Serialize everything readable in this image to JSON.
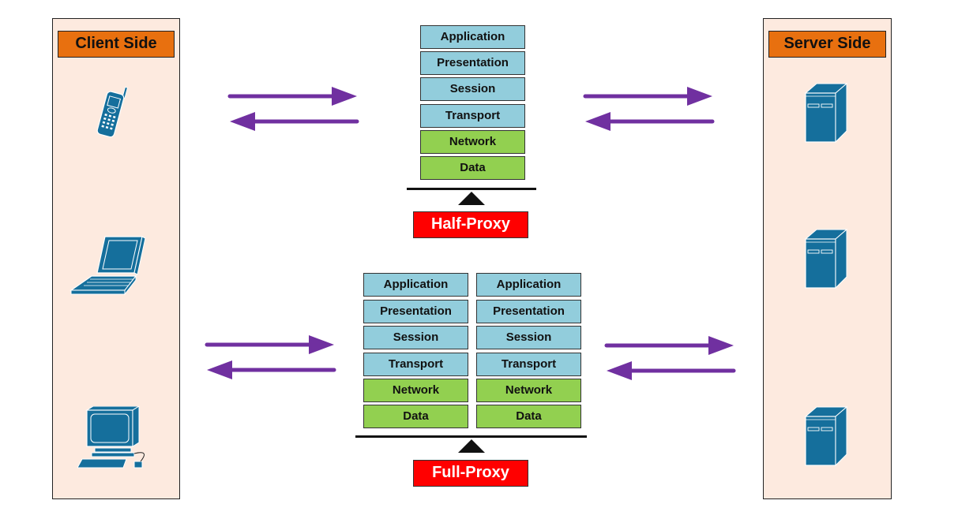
{
  "client_panel": {
    "title": "Client Side",
    "devices": [
      "mobile-phone",
      "laptop",
      "desktop-computer"
    ]
  },
  "server_panel": {
    "title": "Server Side",
    "devices": [
      "server",
      "server",
      "server"
    ]
  },
  "half_proxy": {
    "label": "Half-Proxy",
    "layers": [
      "Application",
      "Presentation",
      "Session",
      "Transport",
      "Network",
      "Data"
    ]
  },
  "full_proxy": {
    "label": "Full-Proxy",
    "left_stack": [
      "Application",
      "Presentation",
      "Session",
      "Transport",
      "Network",
      "Data"
    ],
    "right_stack": [
      "Application",
      "Presentation",
      "Session",
      "Transport",
      "Network",
      "Data"
    ]
  },
  "colors": {
    "panel_bg": "#fdeadf",
    "panel_title": "#e8700f",
    "upper_layer": "#92cddc",
    "lower_layer": "#92d050",
    "proxy_label": "#ff0000",
    "arrow": "#7030a0",
    "device": "#156f9c"
  }
}
